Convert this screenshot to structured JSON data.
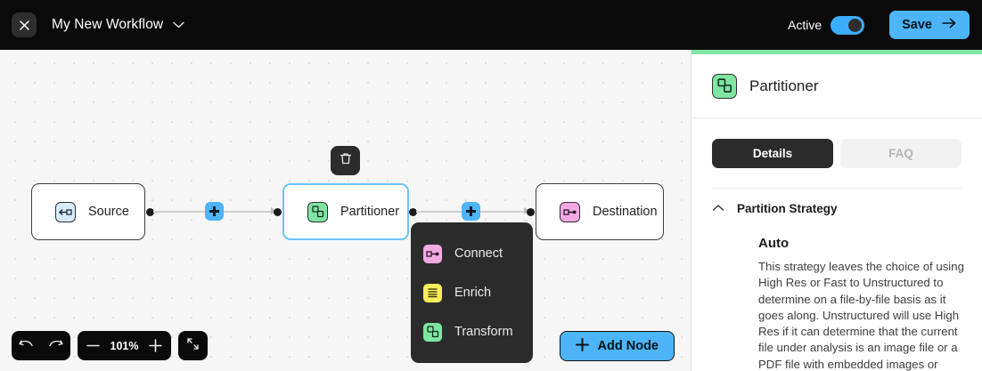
{
  "topbar": {
    "close_icon": "close-icon",
    "workflow_title": "My New Workflow",
    "caret_icon": "chevron-down-icon",
    "active_label": "Active",
    "active_on": true,
    "save_label": "Save",
    "save_arrow_icon": "arrow-right-icon"
  },
  "canvas": {
    "zoom_level": "101%",
    "add_node_label": "Add Node",
    "delete_icon": "trash-icon",
    "undo_icon": "undo-arrow-icon",
    "redo_icon": "redo-arrow-icon",
    "zoom_out_label": "−",
    "zoom_in_label": "+",
    "fit_view_icon": "fit-view-icon",
    "nodes": [
      {
        "id": "source",
        "label": "Source",
        "icon": "source-icon",
        "color": "blue",
        "selected": false
      },
      {
        "id": "partitioner",
        "label": "Partitioner",
        "icon": "partitioner-icon",
        "color": "green",
        "selected": true
      },
      {
        "id": "destination",
        "label": "Destination",
        "icon": "destination-icon",
        "color": "pink",
        "selected": false
      }
    ],
    "edge_add_label": "+"
  },
  "context_menu": {
    "items": [
      {
        "label": "Connect",
        "icon": "connect-icon",
        "color": "pink"
      },
      {
        "label": "Enrich",
        "icon": "enrich-icon",
        "color": "yellow"
      },
      {
        "label": "Transform",
        "icon": "transform-icon",
        "color": "green"
      }
    ]
  },
  "panel": {
    "accent_color": "#7ee6a2",
    "title": "Partitioner",
    "icon": "partitioner-icon",
    "tabs": [
      {
        "label": "Details",
        "active": true
      },
      {
        "label": "FAQ",
        "active": false
      }
    ],
    "section": {
      "title": "Partition Strategy",
      "chevron_icon": "chevron-up-icon",
      "strategy_name": "Auto",
      "strategy_description": "This strategy leaves the choice of using High Res or Fast to Unstructured to determine on a file-by-file basis as it goes along. Unstructured will use High Res if it can determine that the current file under analysis is an image file or a PDF file with embedded images or tables. Otherwise"
    }
  },
  "colors": {
    "accent_blue": "#4cb4f7",
    "green": "#7ee6a2",
    "pink": "#f3a9e4",
    "yellow": "#f7ee5a",
    "light_blue": "#d6ecfb",
    "dark": "#0a0a0a"
  }
}
